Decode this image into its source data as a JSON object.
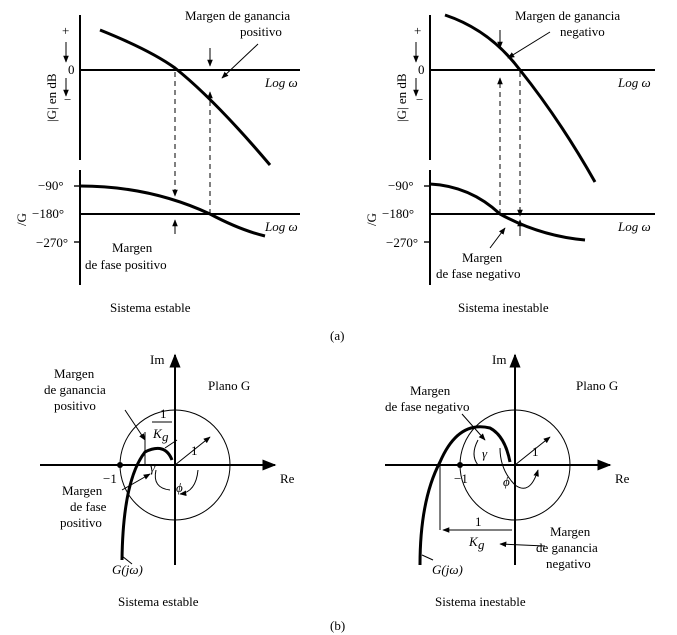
{
  "part_a": {
    "label": "(a)",
    "left": {
      "mag_ylabel": "|G| en dB",
      "plus_sign": "+",
      "zero": "0",
      "minus_sign": "−",
      "mag_xlabel": "Log ω",
      "gain_margin_label": [
        "Margen de ganancia",
        "positivo"
      ],
      "phase_ylabel": "/G",
      "phase_ticks": [
        "−90°",
        "−180°",
        "−270°"
      ],
      "phase_xlabel": "Log ω",
      "phase_margin_label": [
        "Margen",
        "de fase positivo"
      ],
      "caption": "Sistema estable"
    },
    "right": {
      "mag_ylabel": "|G| en dB",
      "plus_sign": "+",
      "zero": "0",
      "minus_sign": "−",
      "mag_xlabel": "Log ω",
      "gain_margin_label": [
        "Margen de ganancia",
        "negativo"
      ],
      "phase_ylabel": "/G",
      "phase_ticks": [
        "−90°",
        "−180°",
        "−270°"
      ],
      "phase_xlabel": "Log ω",
      "phase_margin_label": [
        "Margen",
        "de fase negativo"
      ],
      "caption": "Sistema inestable"
    }
  },
  "part_b": {
    "label": "(b)",
    "left": {
      "im_label": "Im",
      "re_label": "Re",
      "plane_label": "Plano G",
      "gain_margin_label": [
        "Margen",
        "de ganancia",
        "positivo"
      ],
      "phase_margin_label": [
        "Margen",
        "de fase",
        "positivo"
      ],
      "minus_one": "−1",
      "one": "1",
      "gamma": "γ",
      "phi": "ϕ",
      "kg_num": "1",
      "kg_den": "K",
      "kg_sub": "g",
      "nyquist_label": "G(jω)",
      "caption": "Sistema estable"
    },
    "right": {
      "im_label": "Im",
      "re_label": "Re",
      "plane_label": "Plano G",
      "gain_margin_label": [
        "Margen",
        "de ganancia",
        "negativo"
      ],
      "phase_margin_label": [
        "Margen",
        "de fase negativo"
      ],
      "minus_one": "−1",
      "one": "1",
      "gamma": "γ",
      "phi": "ϕ",
      "kg_num": "1",
      "kg_den": "K",
      "kg_sub": "g",
      "nyquist_label": "G(jω)",
      "caption": "Sistema inestable"
    }
  }
}
